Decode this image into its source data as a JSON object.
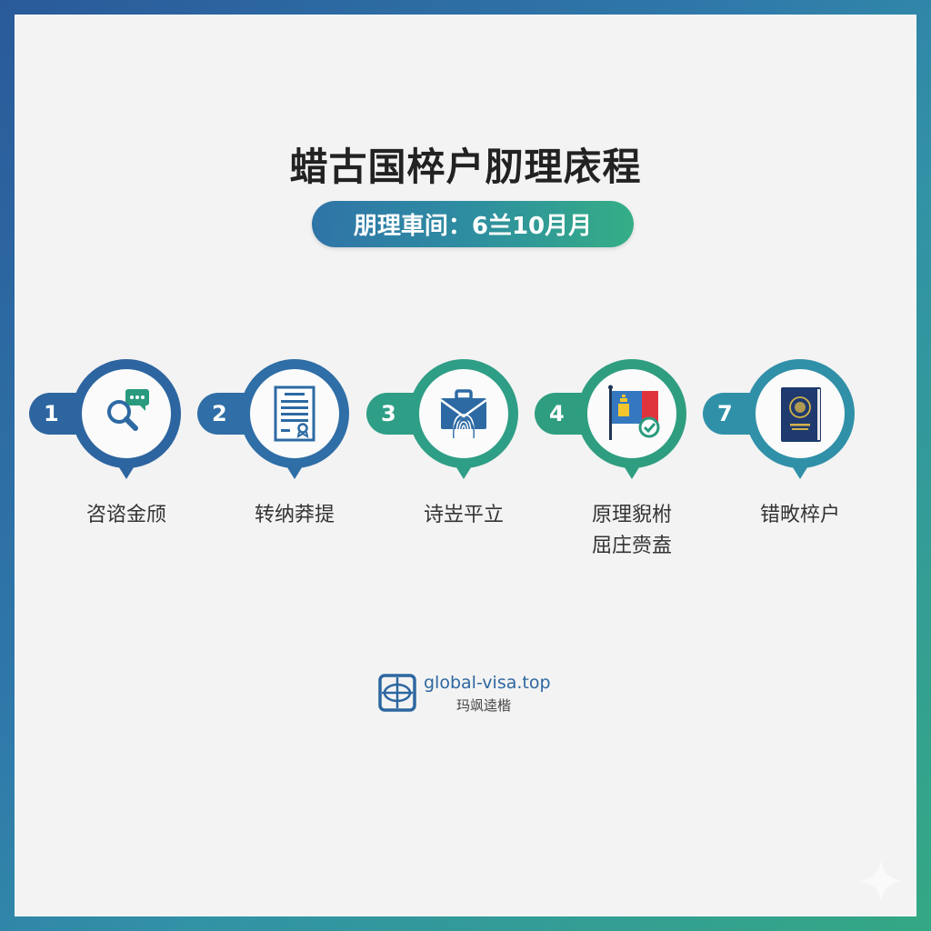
{
  "header": {
    "title": "蜡古国椊户肕理庡程",
    "duration_badge": "朋理車间：6兰10月月"
  },
  "colors": {
    "border_gradient": [
      "#2a5a9a",
      "#3292a6",
      "#2e82ac",
      "#34a884"
    ],
    "background": "#f3f3f3",
    "title_text": "#222222",
    "badge_gradient": [
      "#2f74a8",
      "#35ae86"
    ]
  },
  "steps": [
    {
      "number": "1",
      "icon": "search-chat-icon",
      "label": "咨谘金颀",
      "color": "#2d65a0"
    },
    {
      "number": "2",
      "icon": "document-certificate-icon",
      "label": "转纳莽提",
      "color": "#2f6ea6"
    },
    {
      "number": "3",
      "icon": "briefcase-fingerprint-icon",
      "label": "诗岦平立",
      "color": "#2f9e86"
    },
    {
      "number": "4",
      "icon": "mongolia-flag-check-icon",
      "label": "原理貎柎\n屈庄赍盍",
      "color": "#2f9e80"
    },
    {
      "number": "7",
      "icon": "passport-icon",
      "label": "错畋椊户",
      "color": "#3090a8"
    }
  ],
  "footer": {
    "logo_icon": "globe-icon",
    "url": "global-visa.top",
    "subtitle": "玛飒逵楷"
  },
  "watermark": {
    "icon": "sparkle-icon"
  }
}
